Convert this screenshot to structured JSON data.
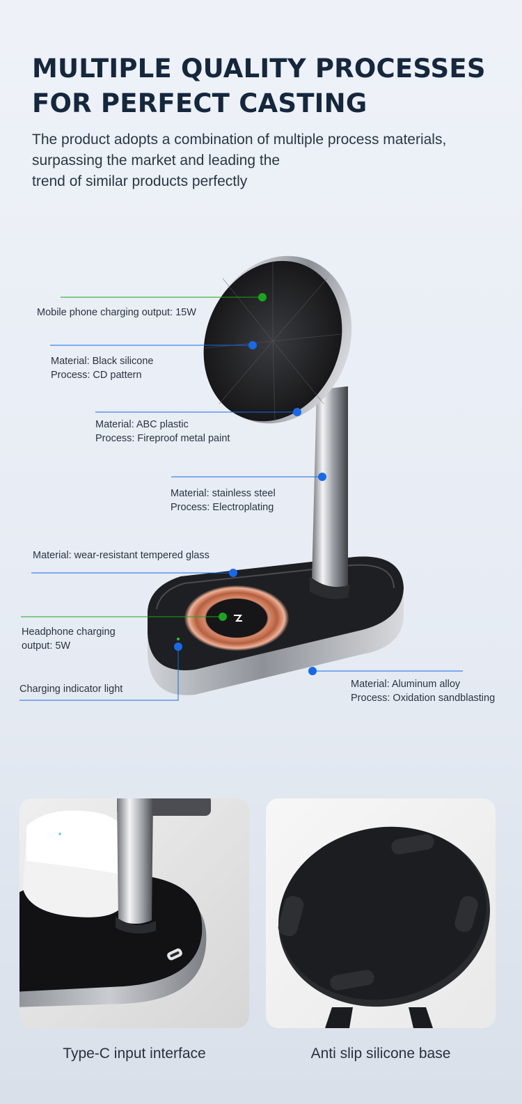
{
  "header": {
    "title_line1": "MULTIPLE QUALITY PROCESSES",
    "title_line2": "FOR PERFECT CASTING",
    "subtitle_line1": "The product adopts a combination of multiple process materials,",
    "subtitle_line2": "surpassing the market and leading the",
    "subtitle_line3": "trend of similar products perfectly"
  },
  "callouts": {
    "phone_output": "Mobile phone charging output: 15W",
    "silicone_material": "Material: Black silicone",
    "silicone_process": "Process: CD pattern",
    "plastic_material": "Material: ABC plastic",
    "plastic_process": "Process: Fireproof metal paint",
    "steel_material": "Material: stainless steel",
    "steel_process": "Process: Electroplating",
    "glass_material": "Material: wear-resistant tempered glass",
    "headphone_line1": "Headphone charging",
    "headphone_line2": "output: 5W",
    "indicator": "Charging indicator light",
    "alloy_material": "Material: Aluminum alloy",
    "alloy_process": "Process: Oxidation sandblasting"
  },
  "colors": {
    "title": "#15273d",
    "callout_blue": "#1769e8",
    "callout_green": "#19a51d"
  },
  "panels": {
    "left_caption": "Type-C input interface",
    "right_caption": "Anti slip silicone base"
  }
}
